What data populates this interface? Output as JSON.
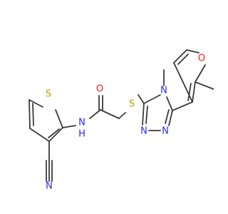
{
  "molecule": {
    "atom_labels": {
      "sulfur_thiophene": "S",
      "sulfur_thioether": "S",
      "oxygen_carbonyl": "O",
      "oxygen_furan": "O",
      "nitrogen_amide": "N",
      "hydrogen_amide": "H",
      "nitrogen_nitrile": "N",
      "nitrogen_triazole_n4": "N",
      "nitrogen_triazole_n1": "N",
      "nitrogen_triazole_n2": "N"
    },
    "colors": {
      "bond": "#3a3a3a",
      "carbon_label": "#3a3a3a",
      "sulfur": "#b5a000",
      "oxygen": "#ff1a1a",
      "nitrogen": "#2828ff"
    }
  }
}
